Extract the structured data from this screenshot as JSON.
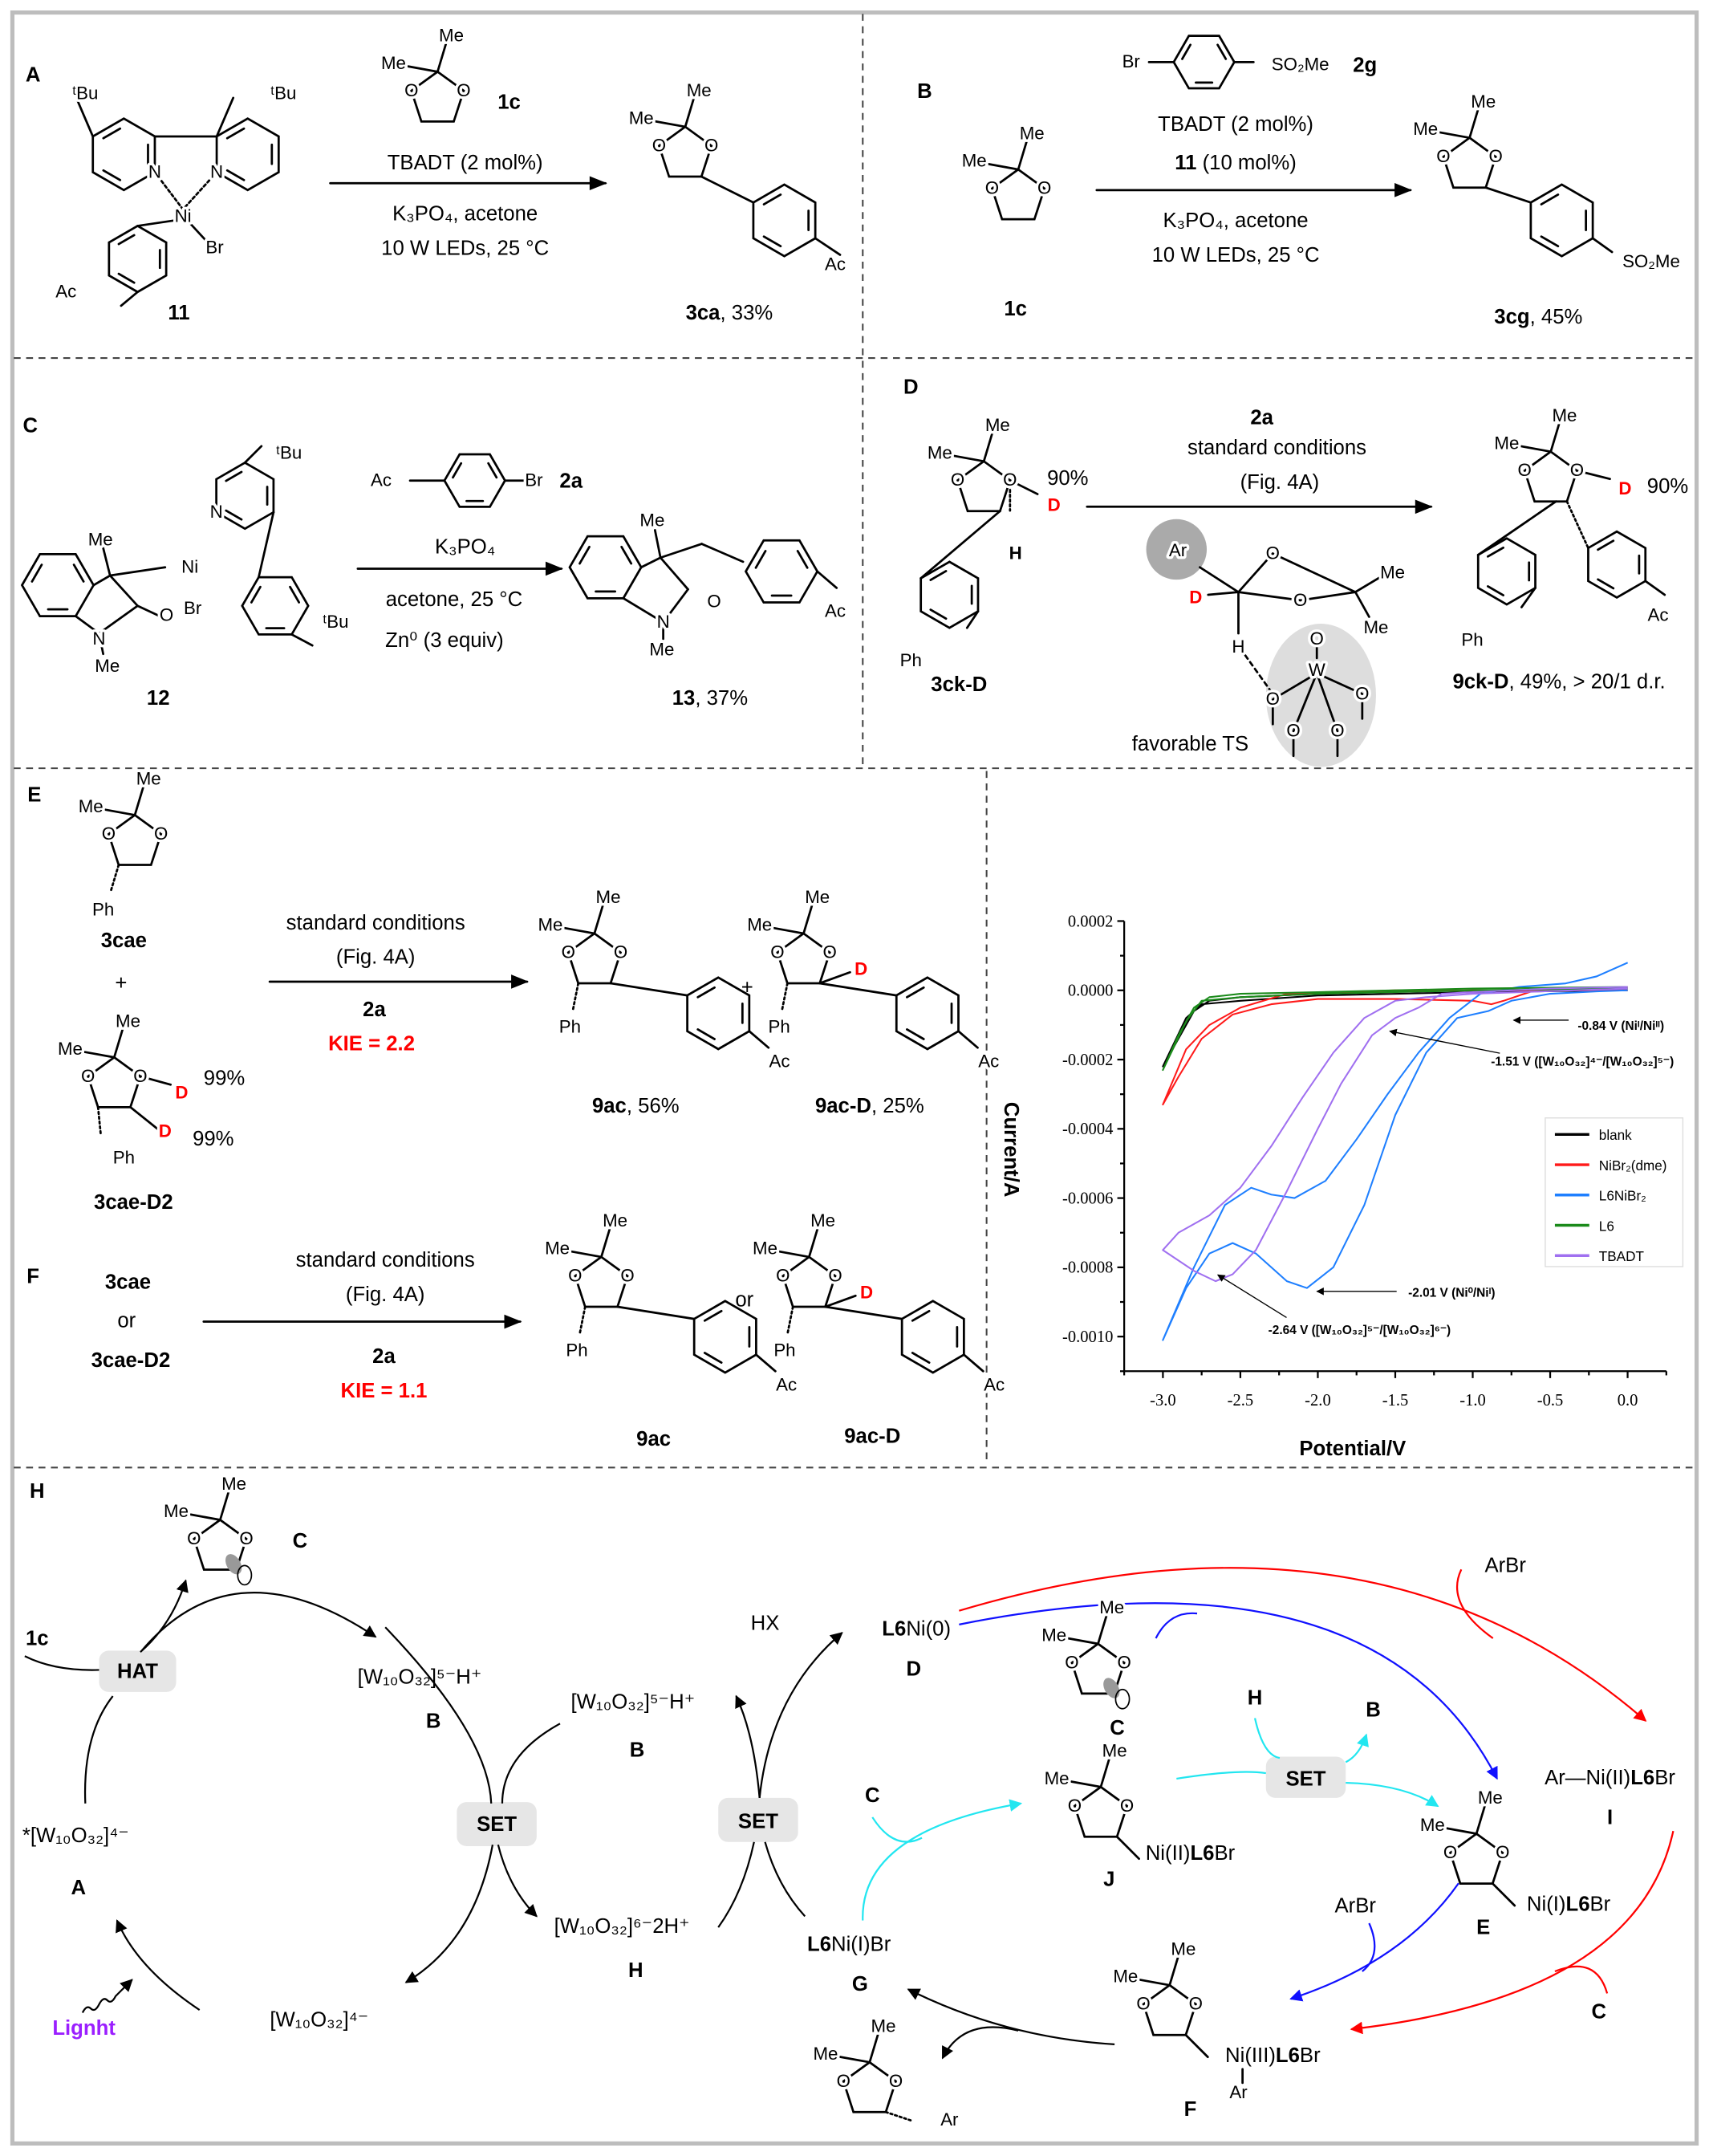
{
  "atoms": {
    "me": "Me",
    "o": "O",
    "n": "N",
    "ni": "Ni",
    "br": "Br",
    "ac": "Ac",
    "ph": "Ph",
    "d": "D",
    "h": "H",
    "w": "W",
    "ar": "Ar",
    "tbu": "ᵗBu",
    "so2me": "SO₂Me"
  },
  "panelA": {
    "letter": "A",
    "complex_id": "11",
    "reagent_id": "1c",
    "conditions": [
      "TBADT (2 mol%)",
      "K₃PO₄, acetone",
      "10 W LEDs, 25 °C"
    ],
    "product_id": "3ca",
    "product_yield": ", 33%"
  },
  "panelB": {
    "letter": "B",
    "aryl_id": "2g",
    "substrate_id": "1c",
    "conditions": [
      "TBADT (2 mol%)",
      "11",
      " (10 mol%)",
      "K₃PO₄, acetone",
      "10 W LEDs, 25 °C"
    ],
    "product_id": "3cg",
    "product_yield": ", 45%"
  },
  "panelC": {
    "letter": "C",
    "complex_id": "12",
    "aryl_id": "2a",
    "conditions": [
      "K₃PO₄",
      "acetone, 25 °C",
      "Zn⁰ (3 equiv)"
    ],
    "product_id": "13",
    "product_yield": ", 37%"
  },
  "panelD": {
    "letter": "D",
    "substrate_id": "3ck-D",
    "substrate_d": "90%",
    "conditions": [
      "2a",
      "standard conditions",
      "(Fig. 4A)"
    ],
    "ts_label": "favorable TS",
    "product_id": "9ck-D",
    "product_yield": ", 49%, > 20/1 d.r.",
    "product_d": "90%"
  },
  "panelE": {
    "letter": "E",
    "substrate1_id": "3cae",
    "plus": "+",
    "substrate2_id": "3cae-D2",
    "d_pct": [
      "99%",
      "99%"
    ],
    "conditions": [
      "standard conditions",
      "(Fig. 4A)",
      "2a"
    ],
    "kie": "KIE = 2.2",
    "product1_id": "9ac",
    "product1_yield": ", 56%",
    "product2_id": "9ac-D",
    "product2_yield": ", 25%"
  },
  "panelF": {
    "letter": "F",
    "substrates": [
      "3cae",
      "or",
      "3cae-D2"
    ],
    "conditions": [
      "standard conditions",
      "(Fig. 4A)",
      "2a"
    ],
    "kie": "KIE = 1.1",
    "or": "or",
    "product1_id": "9ac",
    "product2_id": "9ac-D"
  },
  "panelH": {
    "letter": "H",
    "labels": {
      "c": "C",
      "one_c": "1c",
      "hat": "HAT",
      "set": "SET",
      "wH": "[W₁₀O₃₂]⁵⁻H⁺",
      "b": "B",
      "wStar": "*[W₁₀O₃₂]⁴⁻",
      "a": "A",
      "light": "Lignht",
      "w4": "[W₁₀O₃₂]⁴⁻",
      "w2H": "[W₁₀O₃₂]⁶⁻2H⁺",
      "h": "H",
      "hx": "HX",
      "l6": "L6",
      "ni0": "Ni(0)",
      "d": "D",
      "ni1br": "Ni(I)Br",
      "g": "G",
      "ni2": "Ni(II)",
      "l6br_b": "L6",
      "br": "Br",
      "j": "J",
      "arbr": "ArBr",
      "arni": "Ar—Ni(II)",
      "i": "I",
      "ni1": "Ni(I)",
      "e": "E",
      "ni3": "Ni(III)",
      "f": "F",
      "ar": "Ar"
    },
    "colors": {
      "red_path": "#ff0000",
      "blue_path": "#1010ff",
      "cyan_path": "#22e6f0",
      "light": "#9b1fff"
    }
  },
  "chart_data": {
    "type": "line",
    "title": "",
    "xlabel": "Potential/V",
    "ylabel": "Current/A",
    "xlim": [
      -3.25,
      0.25
    ],
    "ylim": [
      -0.0011,
      0.0002
    ],
    "xticks": [
      "-3.0",
      "-2.5",
      "-2.0",
      "-1.5",
      "-1.0",
      "-0.5",
      "0.0"
    ],
    "xtick_values": [
      -3.0,
      -2.5,
      -2.0,
      -1.5,
      -1.0,
      -0.5,
      0.0
    ],
    "yticks": [
      "0.0002",
      "0.0000",
      "-0.0002",
      "-0.0004",
      "-0.0006",
      "-0.0008",
      "-0.0010"
    ],
    "ytick_values": [
      0.0002,
      0.0,
      -0.0002,
      -0.0004,
      -0.0006,
      -0.0008,
      -0.001
    ],
    "grid": false,
    "legend_position": "right",
    "series": [
      {
        "name": "blank",
        "color": "#000000",
        "points": [
          [
            0,
            5e-06
          ],
          [
            -1.0,
            0.0
          ],
          [
            -2.0,
            -1e-05
          ],
          [
            -2.5,
            -2e-05
          ],
          [
            -2.7,
            -3e-05
          ],
          [
            -2.8,
            -6e-05
          ],
          [
            -2.9,
            -0.00014
          ],
          [
            -3.0,
            -0.00022
          ],
          [
            -2.85,
            -8e-05
          ],
          [
            -2.75,
            -4e-05
          ],
          [
            -2.5,
            -3e-05
          ],
          [
            -2.0,
            -1.5e-05
          ],
          [
            -1.0,
            -5e-06
          ],
          [
            0,
            0.0
          ]
        ]
      },
      {
        "name": "NiBr₂(dme)",
        "color": "#ff1a1a",
        "points": [
          [
            0,
            1e-05
          ],
          [
            -0.6,
            0.0
          ],
          [
            -0.8,
            -3e-05
          ],
          [
            -0.88,
            -4e-05
          ],
          [
            -1.0,
            -3e-05
          ],
          [
            -1.5,
            -2.5e-05
          ],
          [
            -2.0,
            -2.5e-05
          ],
          [
            -2.3,
            -4e-05
          ],
          [
            -2.55,
            -7e-05
          ],
          [
            -2.75,
            -0.00014
          ],
          [
            -2.9,
            -0.00025
          ],
          [
            -3.0,
            -0.00033
          ],
          [
            -2.85,
            -0.00017
          ],
          [
            -2.7,
            -0.0001
          ],
          [
            -2.5,
            -5e-05
          ],
          [
            -2.2,
            -1e-05
          ],
          [
            -1.5,
            0.0
          ],
          [
            0,
            0.0
          ]
        ]
      },
      {
        "name": "L6NiBr₂",
        "color": "#1e7fff",
        "points": [
          [
            0,
            8e-05
          ],
          [
            -0.2,
            4e-05
          ],
          [
            -0.4,
            2e-05
          ],
          [
            -0.7,
            1e-05
          ],
          [
            -0.95,
            -1e-05
          ],
          [
            -1.15,
            -8e-05
          ],
          [
            -1.35,
            -0.00018
          ],
          [
            -1.55,
            -0.0003
          ],
          [
            -1.75,
            -0.00043
          ],
          [
            -1.95,
            -0.00055
          ],
          [
            -2.15,
            -0.0006
          ],
          [
            -2.3,
            -0.00059
          ],
          [
            -2.43,
            -0.00057
          ],
          [
            -2.6,
            -0.00062
          ],
          [
            -2.8,
            -0.0008
          ],
          [
            -3.0,
            -0.00101
          ],
          [
            -2.85,
            -0.00086
          ],
          [
            -2.7,
            -0.00076
          ],
          [
            -2.55,
            -0.00073
          ],
          [
            -2.4,
            -0.00076
          ],
          [
            -2.2,
            -0.00084
          ],
          [
            -2.07,
            -0.00086
          ],
          [
            -1.9,
            -0.0008
          ],
          [
            -1.7,
            -0.00062
          ],
          [
            -1.5,
            -0.00036
          ],
          [
            -1.3,
            -0.00018
          ],
          [
            -1.1,
            -8e-05
          ],
          [
            -0.9,
            -6e-05
          ],
          [
            -0.75,
            -3e-05
          ],
          [
            -0.5,
            -1e-05
          ],
          [
            -0.2,
            -3e-06
          ],
          [
            0,
            0.0
          ]
        ]
      },
      {
        "name": "L6",
        "color": "#1a8a1a",
        "points": [
          [
            0,
            1e-05
          ],
          [
            -1.0,
            5e-06
          ],
          [
            -2.0,
            -5e-06
          ],
          [
            -2.5,
            -1e-05
          ],
          [
            -2.7,
            -2e-05
          ],
          [
            -2.8,
            -5e-05
          ],
          [
            -2.9,
            -0.00013
          ],
          [
            -3.0,
            -0.00023
          ],
          [
            -2.85,
            -9e-05
          ],
          [
            -2.75,
            -3e-05
          ],
          [
            -2.5,
            -2e-05
          ],
          [
            -2.0,
            -1e-05
          ],
          [
            -1.0,
            0.0
          ],
          [
            0,
            5e-06
          ]
        ]
      },
      {
        "name": "TBADT",
        "color": "#a070f0",
        "points": [
          [
            0,
            1e-05
          ],
          [
            -0.5,
            5e-06
          ],
          [
            -1.0,
            -5e-06
          ],
          [
            -1.2,
            -1e-05
          ],
          [
            -1.35,
            -5e-05
          ],
          [
            -1.5,
            -8e-05
          ],
          [
            -1.65,
            -0.00013
          ],
          [
            -1.85,
            -0.00027
          ],
          [
            -2.0,
            -0.0004
          ],
          [
            -2.2,
            -0.00058
          ],
          [
            -2.4,
            -0.00075
          ],
          [
            -2.55,
            -0.00082
          ],
          [
            -2.66,
            -0.00084
          ],
          [
            -2.8,
            -0.00081
          ],
          [
            -3.0,
            -0.00075
          ],
          [
            -2.9,
            -0.0007
          ],
          [
            -2.7,
            -0.00065
          ],
          [
            -2.5,
            -0.00057
          ],
          [
            -2.3,
            -0.00045
          ],
          [
            -2.1,
            -0.00031
          ],
          [
            -1.9,
            -0.00018
          ],
          [
            -1.7,
            -8e-05
          ],
          [
            -1.5,
            -3e-05
          ],
          [
            -1.3,
            -2e-05
          ],
          [
            -1.0,
            -1e-05
          ],
          [
            0,
            5e-06
          ]
        ]
      }
    ],
    "annotations": [
      {
        "text": "-0.84 V (Niᴵ/Niᴵᴵ)",
        "x": -0.84
      },
      {
        "text": "-1.51 V ([W₁₀O₃₂]⁴⁻/[W₁₀O₃₂]⁵⁻)",
        "x": -1.51
      },
      {
        "text": "-2.01 V (Ni⁰/Niᴵ)",
        "x": -2.01
      },
      {
        "text": "-2.64 V ([W₁₀O₃₂]⁵⁻/[W₁₀O₃₂]⁶⁻)",
        "x": -2.64
      }
    ]
  }
}
